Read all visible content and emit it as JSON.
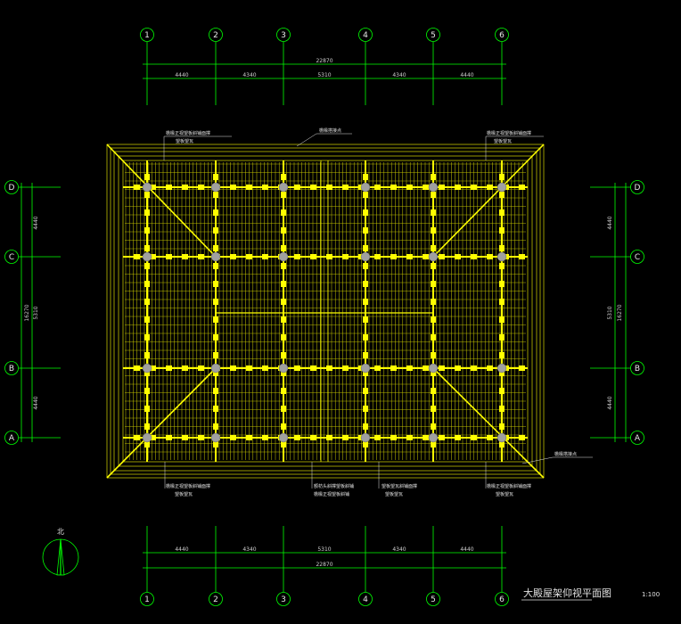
{
  "drawing": {
    "title": "大殿屋架仰视平面图",
    "scale": "1:100",
    "north_label": "北"
  },
  "grid": {
    "columns": [
      "1",
      "2",
      "3",
      "4",
      "5",
      "6"
    ],
    "rows": [
      "D",
      "C",
      "B",
      "A"
    ]
  },
  "dimensions": {
    "top_total": "22870",
    "top_segments": [
      "4440",
      "4340",
      "5310",
      "4340",
      "4440"
    ],
    "bottom_total": "22870",
    "bottom_segments": [
      "4440",
      "4340",
      "5310",
      "4340",
      "4440"
    ],
    "left_segments": [
      "4440",
      "5310",
      "4440"
    ],
    "left_total": "16270",
    "right_segments": [
      "4440",
      "5310",
      "4440"
    ],
    "right_total": "16270"
  },
  "annotations": {
    "top_left": [
      "檐椽正视望板斜铺面撑",
      "望板望瓦"
    ],
    "top_center": "檐椽搭接点",
    "top_right": [
      "檐椽正视望板斜铺面撑",
      "望板望瓦"
    ],
    "bottom_left": [
      "檐椽正视望板斜铺面撑",
      "望板望瓦"
    ],
    "bottom_center1": [
      "额枋头斜撑望板斜铺",
      "檐椽正视望板斜铺"
    ],
    "bottom_center2": [
      "望板望瓦斜铺面撑",
      "望板望瓦"
    ],
    "bottom_right": [
      "檐椽正视望板斜铺面撑",
      "望板望瓦"
    ],
    "right_side": "檐椽搭接点"
  },
  "colors": {
    "background": "#000000",
    "grid_line": "#00ff00",
    "roof": "#ffff00",
    "column": "#c0c0c0",
    "text": "#e0e0e0"
  }
}
